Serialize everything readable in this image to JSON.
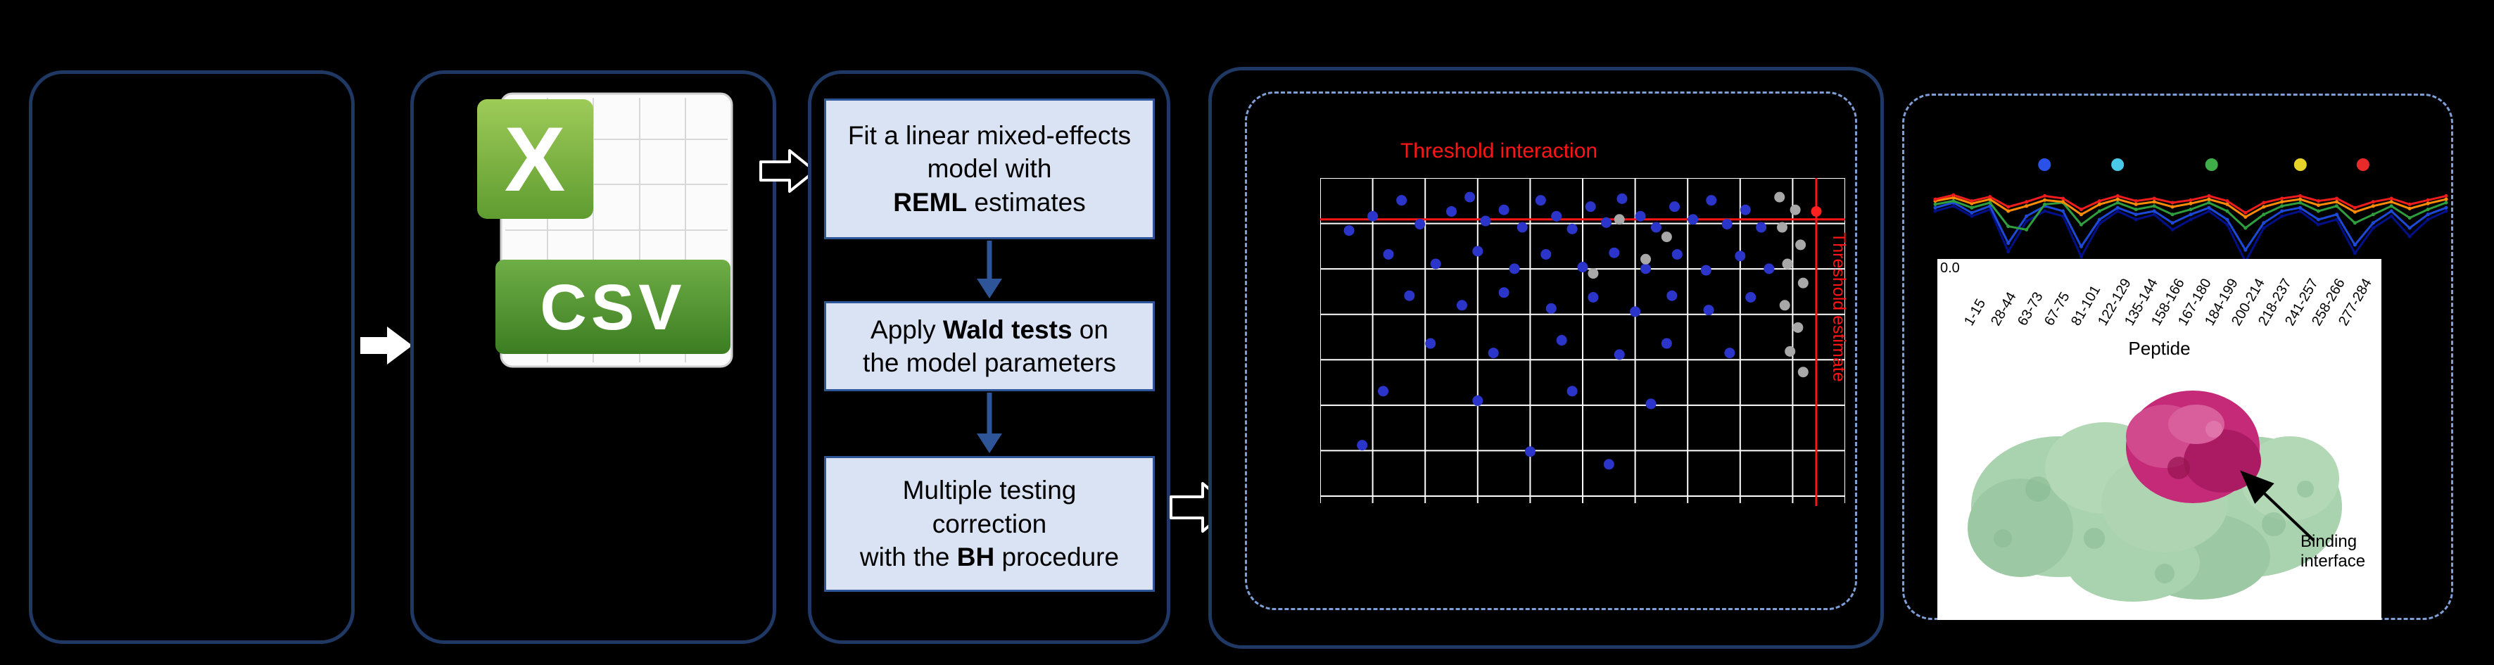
{
  "csv_card": {
    "x_letter": "X",
    "label": "CSV"
  },
  "flow": {
    "steps": [
      {
        "pre": "Fit a linear mixed-effects model with\n",
        "bold": "REML",
        "post": " estimates"
      },
      {
        "pre": "Apply ",
        "bold": "Wald tests",
        "post": " on\nthe model parameters"
      },
      {
        "pre": "Multiple testing\ncorrection\nwith the ",
        "bold": "BH",
        "post": " procedure"
      }
    ]
  },
  "annotations": {
    "binding_interface": "Binding interface"
  },
  "chart_data": [
    {
      "id": "threshold_scatter",
      "type": "scatter",
      "title": "Threshold interaction",
      "right_label": "Threshold estimate",
      "grid": {
        "cols": 10,
        "rows": 7,
        "on": true
      },
      "threshold_h_frac": 0.13,
      "threshold_v_frac": 0.945,
      "series": [
        {
          "name": "candidates",
          "color": "#2b35c9",
          "points": [
            [
              0.055,
              0.165
            ],
            [
              0.1,
              0.12
            ],
            [
              0.155,
              0.07
            ],
            [
              0.19,
              0.145
            ],
            [
              0.25,
              0.105
            ],
            [
              0.285,
              0.06
            ],
            [
              0.315,
              0.135
            ],
            [
              0.35,
              0.1
            ],
            [
              0.385,
              0.155
            ],
            [
              0.42,
              0.07
            ],
            [
              0.45,
              0.12
            ],
            [
              0.48,
              0.16
            ],
            [
              0.515,
              0.09
            ],
            [
              0.545,
              0.14
            ],
            [
              0.575,
              0.065
            ],
            [
              0.61,
              0.12
            ],
            [
              0.64,
              0.155
            ],
            [
              0.675,
              0.09
            ],
            [
              0.71,
              0.13
            ],
            [
              0.745,
              0.07
            ],
            [
              0.775,
              0.145
            ],
            [
              0.81,
              0.1
            ],
            [
              0.84,
              0.155
            ],
            [
              0.13,
              0.24
            ],
            [
              0.22,
              0.27
            ],
            [
              0.3,
              0.23
            ],
            [
              0.37,
              0.285
            ],
            [
              0.43,
              0.24
            ],
            [
              0.5,
              0.28
            ],
            [
              0.56,
              0.235
            ],
            [
              0.62,
              0.285
            ],
            [
              0.68,
              0.24
            ],
            [
              0.735,
              0.29
            ],
            [
              0.8,
              0.245
            ],
            [
              0.855,
              0.285
            ],
            [
              0.17,
              0.37
            ],
            [
              0.27,
              0.4
            ],
            [
              0.35,
              0.36
            ],
            [
              0.44,
              0.41
            ],
            [
              0.52,
              0.375
            ],
            [
              0.6,
              0.42
            ],
            [
              0.67,
              0.37
            ],
            [
              0.74,
              0.415
            ],
            [
              0.82,
              0.375
            ],
            [
              0.21,
              0.52
            ],
            [
              0.33,
              0.55
            ],
            [
              0.46,
              0.51
            ],
            [
              0.57,
              0.555
            ],
            [
              0.66,
              0.52
            ],
            [
              0.78,
              0.55
            ],
            [
              0.12,
              0.67
            ],
            [
              0.3,
              0.7
            ],
            [
              0.48,
              0.67
            ],
            [
              0.63,
              0.71
            ],
            [
              0.08,
              0.84
            ],
            [
              0.4,
              0.86
            ],
            [
              0.55,
              0.9
            ]
          ]
        },
        {
          "name": "reference",
          "color": "#a8a8a8",
          "points": [
            [
              0.875,
              0.06
            ],
            [
              0.905,
              0.1
            ],
            [
              0.88,
              0.155
            ],
            [
              0.915,
              0.21
            ],
            [
              0.89,
              0.27
            ],
            [
              0.92,
              0.33
            ],
            [
              0.885,
              0.4
            ],
            [
              0.91,
              0.47
            ],
            [
              0.895,
              0.545
            ],
            [
              0.92,
              0.61
            ],
            [
              0.57,
              0.13
            ],
            [
              0.62,
              0.255
            ],
            [
              0.52,
              0.3
            ],
            [
              0.66,
              0.185
            ]
          ]
        },
        {
          "name": "threshold-hit",
          "color": "#ff2020",
          "points": [
            [
              0.945,
              0.105
            ]
          ]
        }
      ]
    },
    {
      "id": "peptide_profiles",
      "type": "line",
      "y_tick": "0.0",
      "xlabel": "Peptide",
      "x_labels": [
        "1-15",
        "28-44",
        "63-73",
        "67-75",
        "81-101",
        "122-129",
        "135-144",
        "158-166",
        "167-180",
        "184-199",
        "200-214",
        "218-237",
        "241-257",
        "258-266",
        "277-284"
      ],
      "marker_dot_colors": [
        "#2a52e8",
        "#49c8e8",
        "#3fae49",
        "#e8d32a",
        "#e82a2a"
      ],
      "marker_dot_x": [
        0.22,
        0.36,
        0.54,
        0.71,
        0.83
      ],
      "series": [
        {
          "color": "#000f8a",
          "values": [
            0.4,
            0.34,
            0.46,
            0.38,
            0.88,
            0.52,
            0.4,
            0.46,
            0.94,
            0.55,
            0.4,
            0.5,
            0.44,
            0.62,
            0.5,
            0.4,
            0.56,
            1.0,
            0.6,
            0.46,
            0.4,
            0.56,
            0.5,
            0.9,
            0.6,
            0.46,
            0.7,
            0.5,
            0.4
          ]
        },
        {
          "color": "#1d49d8",
          "values": [
            0.36,
            0.3,
            0.42,
            0.34,
            0.78,
            0.46,
            0.34,
            0.4,
            0.82,
            0.5,
            0.36,
            0.44,
            0.4,
            0.54,
            0.44,
            0.36,
            0.5,
            0.86,
            0.54,
            0.4,
            0.36,
            0.5,
            0.44,
            0.8,
            0.54,
            0.4,
            0.6,
            0.44,
            0.36
          ]
        },
        {
          "color": "#2e9e3e",
          "values": [
            0.32,
            0.28,
            0.36,
            0.3,
            0.58,
            0.62,
            0.32,
            0.3,
            0.56,
            0.4,
            0.3,
            0.38,
            0.34,
            0.44,
            0.38,
            0.3,
            0.4,
            0.6,
            0.44,
            0.34,
            0.3,
            0.4,
            0.34,
            0.54,
            0.44,
            0.34,
            0.48,
            0.38,
            0.3
          ]
        },
        {
          "color": "#ff8c00",
          "values": [
            0.28,
            0.24,
            0.31,
            0.26,
            0.4,
            0.34,
            0.27,
            0.29,
            0.44,
            0.32,
            0.26,
            0.32,
            0.29,
            0.35,
            0.31,
            0.26,
            0.32,
            0.47,
            0.35,
            0.29,
            0.26,
            0.33,
            0.29,
            0.41,
            0.34,
            0.29,
            0.37,
            0.31,
            0.26
          ]
        },
        {
          "color": "#ee1c1c",
          "values": [
            0.26,
            0.21,
            0.28,
            0.23,
            0.35,
            0.29,
            0.22,
            0.25,
            0.38,
            0.28,
            0.22,
            0.28,
            0.25,
            0.3,
            0.27,
            0.22,
            0.28,
            0.42,
            0.3,
            0.25,
            0.22,
            0.28,
            0.25,
            0.36,
            0.29,
            0.25,
            0.32,
            0.27,
            0.22
          ]
        }
      ]
    }
  ]
}
